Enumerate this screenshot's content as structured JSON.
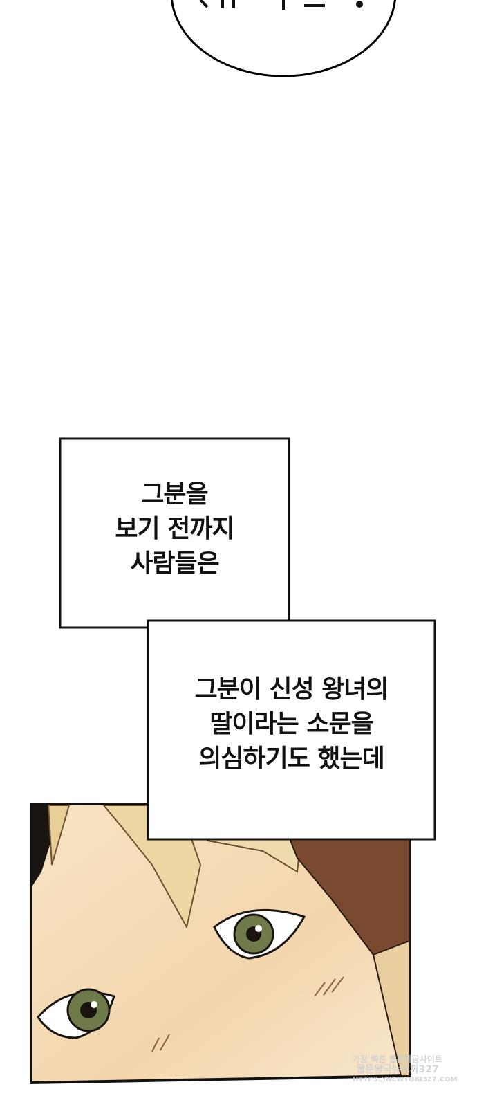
{
  "narration": {
    "box1": [
      "그분을",
      "보기 전까지",
      "사람들은"
    ],
    "box2": [
      "그분이 신성 왕녀의",
      "딸이라는 소문을",
      "의심하기도 했는데"
    ]
  },
  "watermark": [
    "가장 빠른 웹툰제공사이트",
    "웹툰왕국뉴토끼327",
    "HTTPS://NEWTOKI327.COM"
  ],
  "colors": {
    "skin": "#f4dcb8",
    "hair_blond": "#e8cf98",
    "hair_brown": "#7a4a30",
    "iris": "#6e7a4a"
  }
}
